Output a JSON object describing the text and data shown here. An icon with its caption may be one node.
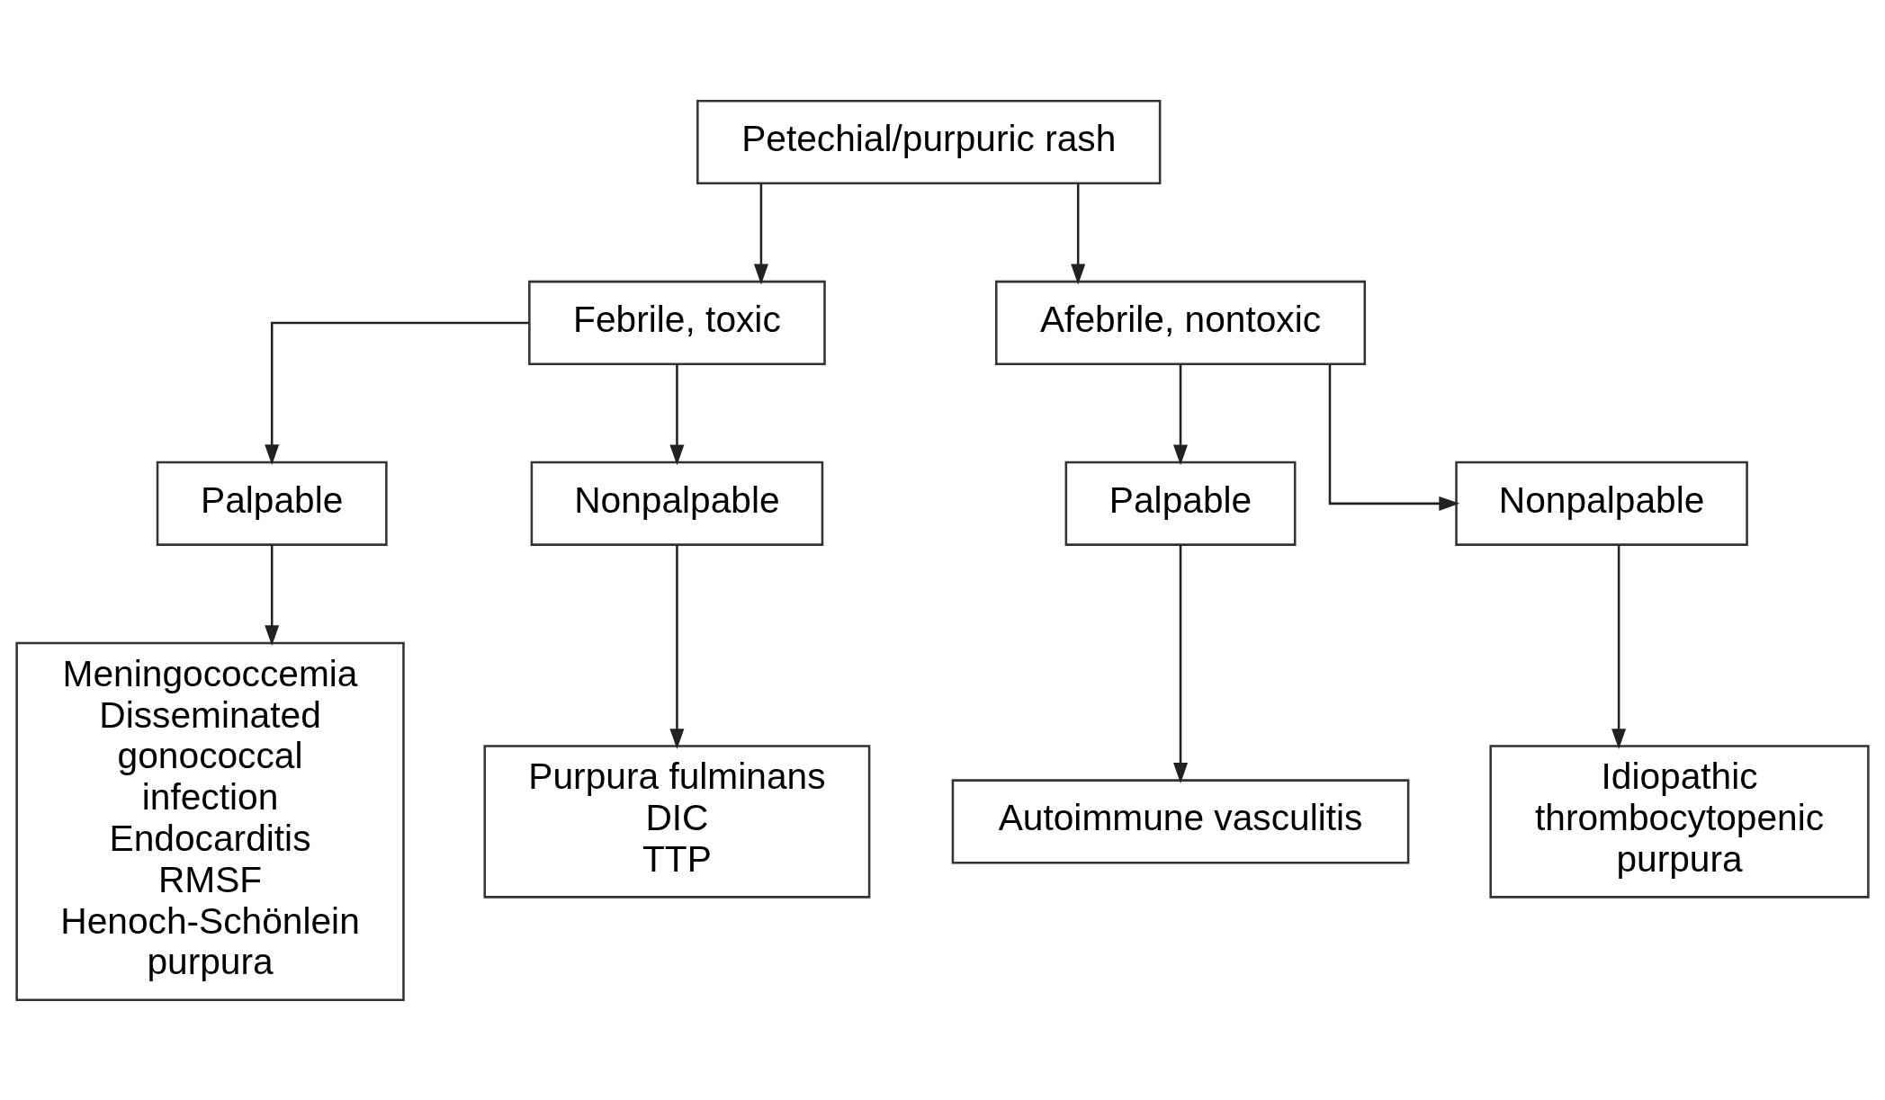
{
  "diagram": {
    "nodes": [
      {
        "text": [
          "Petechial/purpuric rash"
        ]
      },
      {
        "text": [
          "Febrile, toxic"
        ]
      },
      {
        "text": [
          "Afebrile, nontoxic"
        ]
      },
      {
        "text": [
          "Palpable"
        ]
      },
      {
        "text": [
          "Nonpalpable"
        ]
      },
      {
        "text": [
          "Palpable"
        ]
      },
      {
        "text": [
          "Nonpalpable"
        ]
      },
      {
        "text": [
          "Meningococcemia",
          "Disseminated gonococcal infection",
          "Endocarditis",
          "RMSF",
          "Henoch-Schönlein purpura"
        ]
      },
      {
        "text": [
          "Purpura fulminans",
          "DIC",
          "TTP"
        ]
      },
      {
        "text": [
          "Autoimmune vasculitis"
        ]
      },
      {
        "text": [
          "Idiopathic thrombocytopenic purpura"
        ]
      }
    ],
    "edges": [
      {
        "from": 0,
        "to": 1,
        "arrow": "to"
      },
      {
        "from": 0,
        "to": 2,
        "arrow": "to"
      },
      {
        "from": 1,
        "to": 3,
        "arrow": "to"
      },
      {
        "from": 1,
        "to": 4,
        "arrow": "to"
      },
      {
        "from": 2,
        "to": 5,
        "arrow": "to"
      },
      {
        "from": 2,
        "to": 6,
        "arrow": "to"
      },
      {
        "from": 3,
        "to": 7,
        "arrow": "to"
      },
      {
        "from": 4,
        "to": 8,
        "arrow": "to"
      },
      {
        "from": 5,
        "to": 9,
        "arrow": "to"
      },
      {
        "from": 6,
        "to": 10,
        "arrow": "to"
      }
    ]
  }
}
